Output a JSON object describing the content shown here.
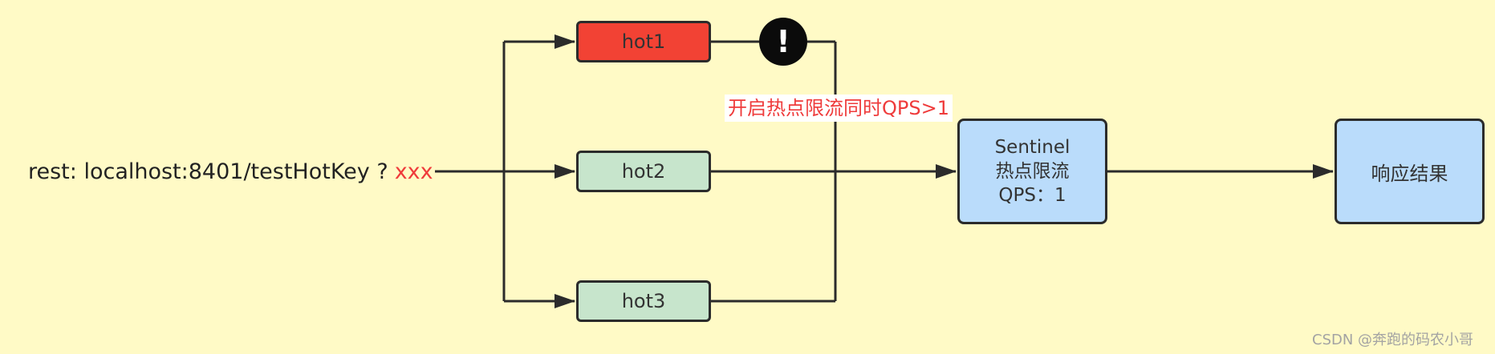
{
  "request": {
    "url": "rest: localhost:8401/testHotKey ?",
    "param": "xxx"
  },
  "hot_nodes": [
    {
      "label": "hot1",
      "color": "#f24234"
    },
    {
      "label": "hot2",
      "color": "#c7e5cc"
    },
    {
      "label": "hot3",
      "color": "#c7e5cc"
    }
  ],
  "warning": {
    "symbol": "!",
    "icon": "exclamation-icon"
  },
  "note": "开启热点限流同时QPS>1",
  "sentinel": {
    "line1": "Sentinel",
    "line2": "热点限流",
    "line3": "QPS：1",
    "color": "#badcfb"
  },
  "result": {
    "label": "响应结果",
    "color": "#badcfb"
  },
  "watermark": "CSDN @奔跑的码农小哥",
  "colors": {
    "background": "#fffac6",
    "accent_red": "#ef3b3b",
    "line": "#2b2b2b"
  }
}
